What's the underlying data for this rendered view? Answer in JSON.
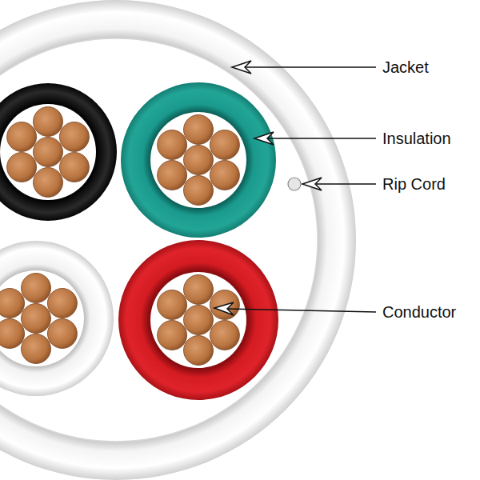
{
  "diagram": {
    "labels": [
      "Jacket",
      "Insulation",
      "Rip Cord",
      "Conductor"
    ]
  }
}
